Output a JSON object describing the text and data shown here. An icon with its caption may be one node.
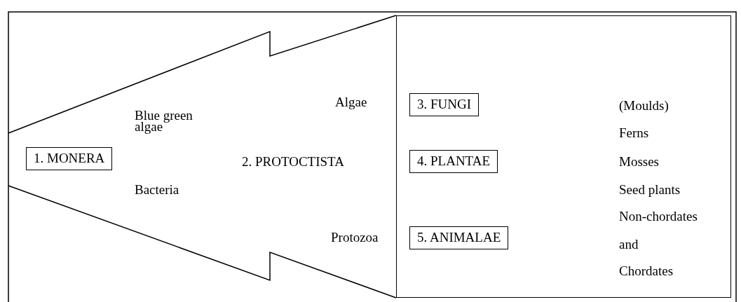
{
  "diagram": {
    "nodes": [
      {
        "text": [
          "1. MONERA"
        ]
      },
      {
        "text": [],
        "shape": "box"
      },
      {
        "text": [
          "3. FUNGI"
        ],
        "in": 1
      },
      {
        "text": [
          "4. PLANTAE"
        ],
        "in": 1
      },
      {
        "text": [
          "5. ANIMALAE"
        ],
        "in": 1
      }
    ],
    "labels": [
      "Algae",
      "Blue green algae",
      "2. PROTOCTISTA",
      "Bacteria",
      "Protozoa",
      "(Moulds)",
      "Ferns",
      "Mosses",
      "Seed plants",
      "Non-chordates",
      "and",
      "Chordates"
    ]
  }
}
